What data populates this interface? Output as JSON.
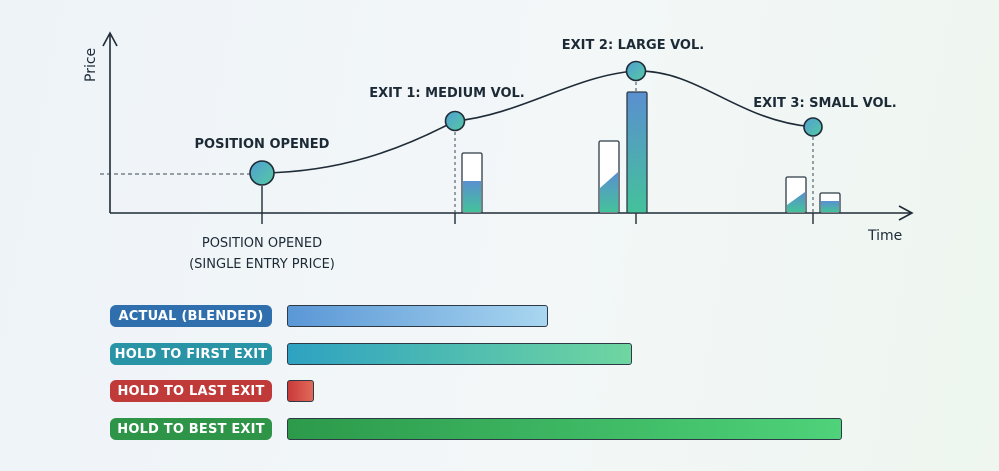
{
  "axes": {
    "y_label": "Price",
    "x_label": "Time"
  },
  "chart_labels": {
    "position_opened": "POSITION OPENED",
    "exit1": "EXIT 1: MEDIUM VOL.",
    "exit2": "EXIT 2: LARGE VOL.",
    "exit3": "EXIT 3: SMALL VOL.",
    "entry_caption_line1": "POSITION OPENED",
    "entry_caption_line2": "(SINGLE ENTRY PRICE)"
  },
  "comparison": [
    {
      "label": "ACTUAL (BLENDED)",
      "value": 0.435,
      "color": "#2f6fae"
    },
    {
      "label": "HOLD TO FIRST EXIT",
      "value": 0.575,
      "color": "#2a94a7"
    },
    {
      "label": "HOLD TO LAST EXIT",
      "value": 0.045,
      "color": "#c03a39"
    },
    {
      "label": "HOLD TO BEST EXIT",
      "value": 0.925,
      "color": "#2e9448"
    }
  ],
  "colors": {
    "accent_teal": "#3cb59a",
    "accent_blue": "#4f86c6",
    "line": "#1f2b36"
  }
}
